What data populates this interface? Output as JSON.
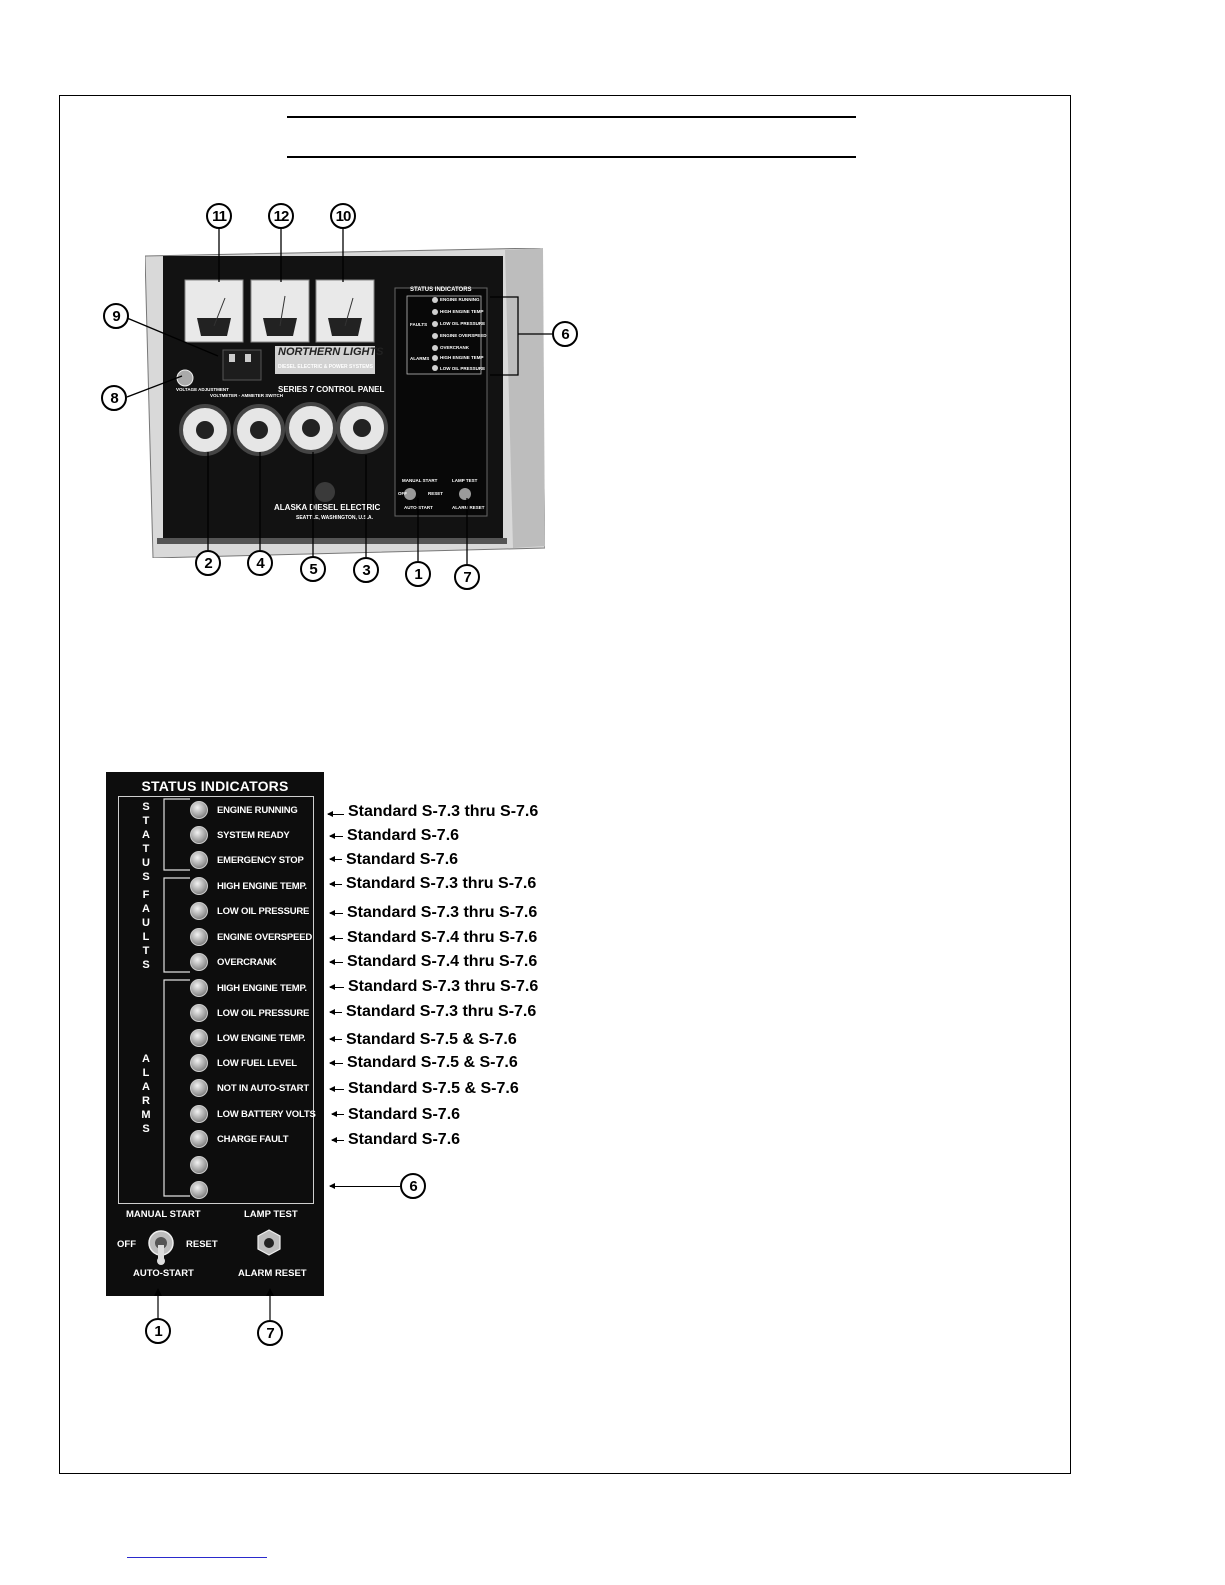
{
  "figure1": {
    "callouts": [
      "11",
      "12",
      "10",
      "9",
      "8",
      "6",
      "2",
      "4",
      "5",
      "3",
      "1",
      "7"
    ],
    "brand": "NORTHERN LIGHTS",
    "brand_sub": "DIESEL ELECTRIC & POWER SYSTEMS",
    "panel_title": "SERIES 7 CONTROL PANEL",
    "maker": "ALASKA DIESEL ELECTRIC",
    "maker_sub": "SEATTLE, WASHINGTON, U.S.A.",
    "voltage_label": "VOLTAGE ADJUSTMENT",
    "switch_label": "VOLTMETER - AMMETER SWITCH",
    "mini_status_title": "STATUS INDICATORS",
    "mini_faults": "FAULTS",
    "mini_alarms": "ALARMS",
    "mini_indicators": [
      "ENGINE RUNNING",
      "HIGH ENGINE TEMP",
      "LOW OIL PRESSURE",
      "ENGINE OVERSPEED",
      "OVERCRANK",
      "HIGH ENGINE TEMP",
      "LOW OIL PRESSURE"
    ],
    "mini_manual_start": "MANUAL START",
    "mini_lamp_test": "LAMP TEST",
    "mini_off": "OFF",
    "mini_reset": "RESET",
    "mini_auto_start": "AUTO-START",
    "mini_alarm_reset": "ALARM RESET"
  },
  "figure2": {
    "title": "STATUS INDICATORS",
    "group_status": "STATUS",
    "group_faults": "FAULTS",
    "group_alarms": "ALARMS",
    "indicators": [
      {
        "label": "ENGINE RUNNING",
        "standard": "Standard S-7.3 thru S-7.6"
      },
      {
        "label": "SYSTEM READY",
        "standard": "Standard S-7.6"
      },
      {
        "label": "EMERGENCY STOP",
        "standard": "Standard S-7.6"
      },
      {
        "label": "HIGH ENGINE TEMP.",
        "standard": "Standard S-7.3 thru S-7.6"
      },
      {
        "label": "LOW OIL PRESSURE",
        "standard": "Standard S-7.3 thru S-7.6"
      },
      {
        "label": "ENGINE OVERSPEED",
        "standard": "Standard S-7.4 thru S-7.6"
      },
      {
        "label": "OVERCRANK",
        "standard": "Standard S-7.4 thru S-7.6"
      },
      {
        "label": "HIGH ENGINE TEMP.",
        "standard": "Standard S-7.3 thru S-7.6"
      },
      {
        "label": "LOW OIL PRESSURE",
        "standard": "Standard S-7.3 thru S-7.6"
      },
      {
        "label": "LOW ENGINE TEMP.",
        "standard": "Standard S-7.5 & S-7.6"
      },
      {
        "label": "LOW FUEL LEVEL",
        "standard": "Standard S-7.5 & S-7.6"
      },
      {
        "label": "NOT IN AUTO-START",
        "standard": "Standard S-7.5 & S-7.6"
      },
      {
        "label": "LOW BATTERY VOLTS",
        "standard": "Standard S-7.6"
      },
      {
        "label": "CHARGE FAULT",
        "standard": "Standard S-7.6"
      },
      {
        "label": "",
        "standard": ""
      },
      {
        "label": "",
        "standard": ""
      }
    ],
    "callout_6": "6",
    "manual_start": "MANUAL START",
    "lamp_test": "LAMP TEST",
    "off": "OFF",
    "reset": "RESET",
    "auto_start": "AUTO-START",
    "alarm_reset": "ALARM RESET",
    "callout_1": "1",
    "callout_7": "7"
  },
  "colors": {
    "panel": "#0d0d0d",
    "text": "#000000",
    "link_underline": "#2a2acc"
  }
}
